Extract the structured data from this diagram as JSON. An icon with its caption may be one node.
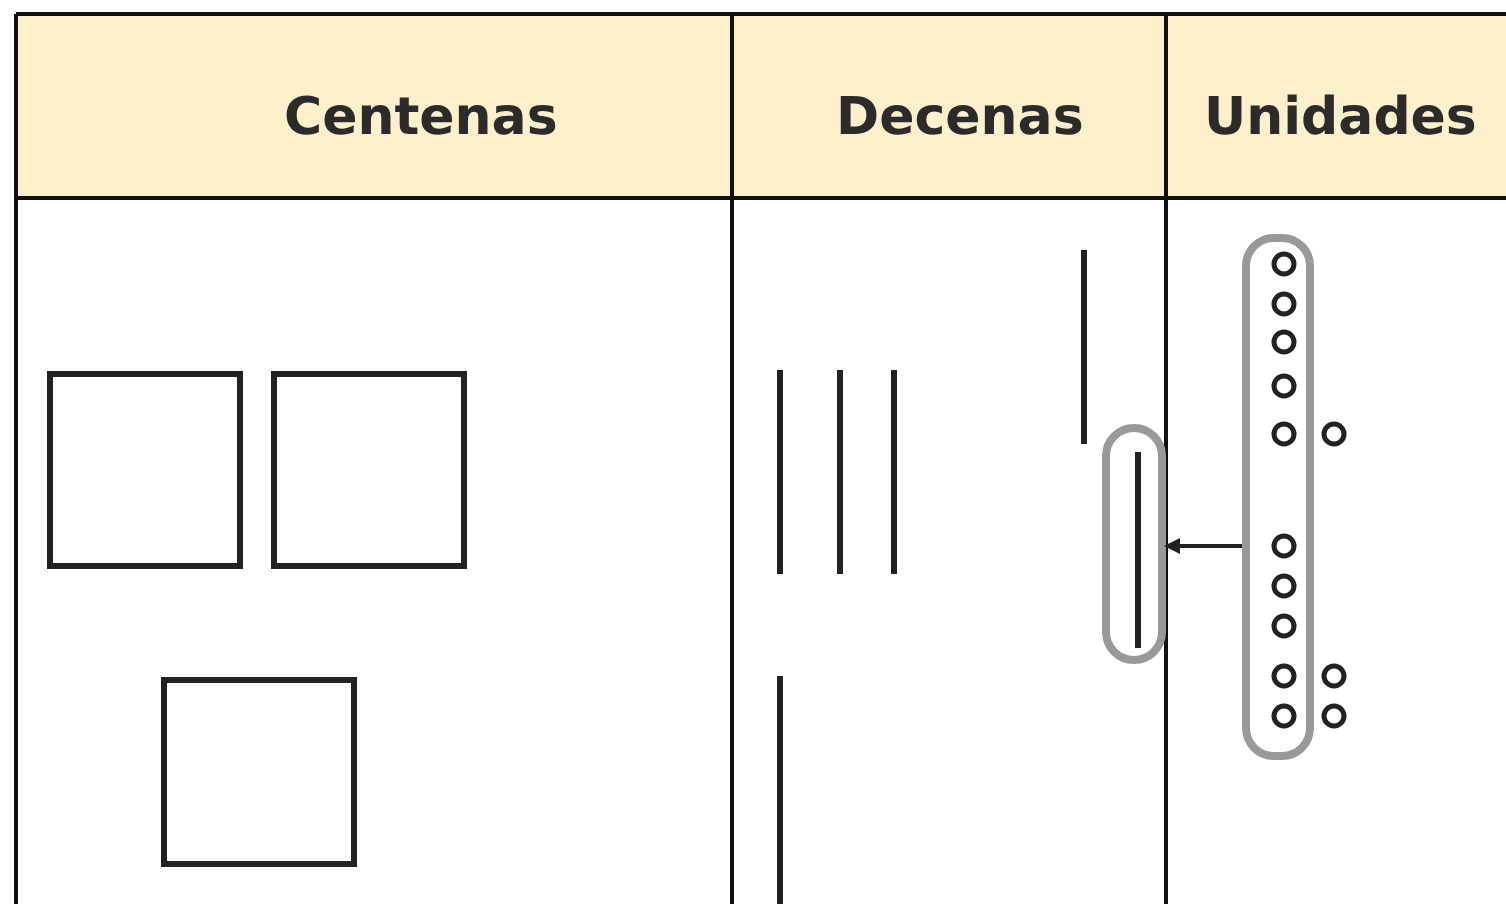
{
  "diagram": {
    "nodes": [
      {
        "text": [],
        "shape": "box"
      },
      {
        "text": [],
        "shape": "box"
      }
    ],
    "edges": [
      {
        "from": 1,
        "to": 0,
        "arrow": "to"
      }
    ],
    "labels": [
      "Centenas",
      "Decenas",
      "Unidades"
    ]
  }
}
